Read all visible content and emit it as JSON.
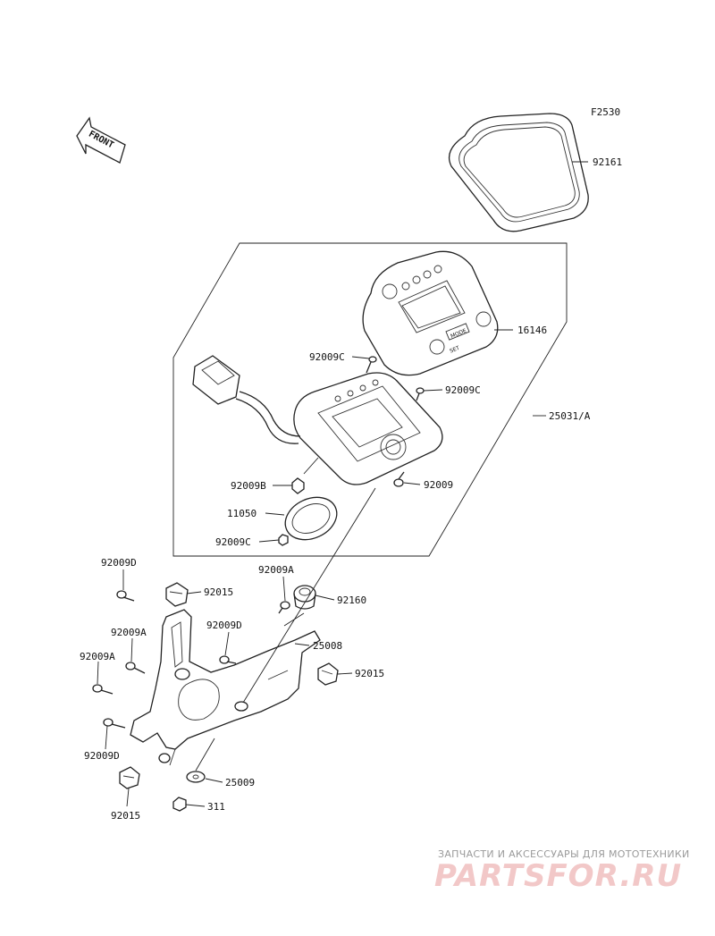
{
  "figure_code": "F2530",
  "front_label": "FRONT",
  "labels": {
    "p92161": "92161",
    "p16146": "16146",
    "p92009c_1": "92009C",
    "p92009c_2": "92009C",
    "p25031a": "25031/A",
    "p92009b": "92009B",
    "p92009": "92009",
    "p11050": "11050",
    "p92009c_3": "92009C",
    "p92009d_1": "92009D",
    "p92015_1": "92015",
    "p92009a_1": "92009A",
    "p92160": "92160",
    "p92009a_2": "92009A",
    "p92009d_2": "92009D",
    "p25008": "25008",
    "p92009a_3": "92009A",
    "p92015_2": "92015",
    "p92009d_3": "92009D",
    "p25009": "25009",
    "p92015_3": "92015",
    "p311": "311"
  },
  "meter_face": {
    "mode_button": "MODE",
    "set_button": "SET"
  },
  "watermark": {
    "line1": "ЗАПЧАСТИ И АКСЕССУАРЫ ДЛЯ МОТОТЕХНИКИ",
    "logo": "PARTSFOR.RU"
  }
}
